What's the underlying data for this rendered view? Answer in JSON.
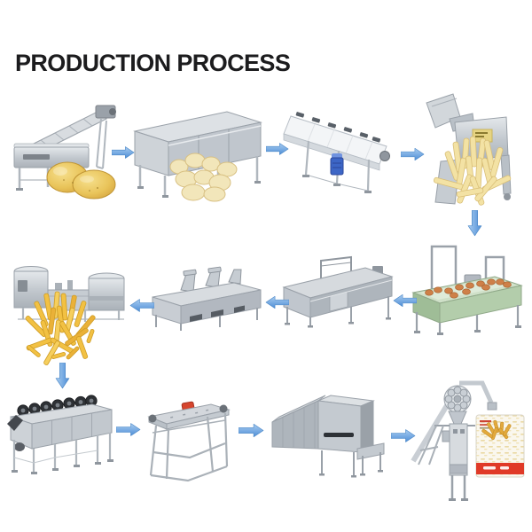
{
  "title": "PRODUCTION PROCESS",
  "colors": {
    "background": "#ffffff",
    "title_text": "#1c1c1e",
    "arrow_blue": "#5f9eda",
    "stainless_steel": "#c6ccd2",
    "potato_yellow": "#e9c45a",
    "peeled_potato": "#f2e6ba",
    "raw_fries": "#f3e2a4",
    "fried_fries": "#f2c143",
    "washer_tank_green": "#b3cdab",
    "washed_product_orange": "#ce8048",
    "conveyor_motor_blue": "#3d66c6",
    "inspection_motor_red": "#d6452e",
    "bag_band_red": "#e03a28"
  },
  "process": {
    "rows": [
      {
        "row": 1,
        "flow": "left-to-right",
        "stations": [
          "potato-washing-elevator-with-potatoes",
          "potato-peeling-machine-with-peeled-potatoes",
          "transfer-conveyor-belt",
          "french-fry-cutting-machine-with-cut-fries"
        ]
      },
      {
        "row": 2,
        "flow": "right-to-left",
        "stations": [
          "fries-washing-machine",
          "blanching-machine",
          "dewatering-air-cooling-machine",
          "frying-machine-with-fried-fries"
        ]
      },
      {
        "row": 3,
        "flow": "left-to-right",
        "stations": [
          "air-drying-machine-with-fans",
          "inspection-conveyor-table",
          "freezing-tunnel",
          "weighing-packing-machine-with-fries-bag"
        ]
      }
    ],
    "flow_arrows": [
      {
        "step": 1,
        "direction": "right"
      },
      {
        "step": 2,
        "direction": "right"
      },
      {
        "step": 3,
        "direction": "right"
      },
      {
        "step": 4,
        "direction": "down"
      },
      {
        "step": 5,
        "direction": "left"
      },
      {
        "step": 6,
        "direction": "left"
      },
      {
        "step": 7,
        "direction": "left"
      },
      {
        "step": 8,
        "direction": "down"
      },
      {
        "step": 9,
        "direction": "right"
      },
      {
        "step": 10,
        "direction": "right"
      },
      {
        "step": 11,
        "direction": "right"
      }
    ]
  }
}
